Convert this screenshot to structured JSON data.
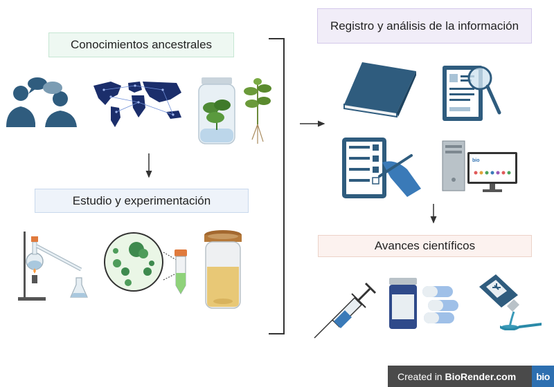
{
  "labels": {
    "conocimientos": "Conocimientos ancestrales",
    "estudio": "Estudio y experimentación",
    "registro": "Registro y análisis de la información",
    "avances": "Avances científicos"
  },
  "footer": {
    "prefix": "Created in ",
    "brand": "BioRender.com",
    "logo": "bio"
  },
  "icons": [
    "people-talking-icon",
    "world-network-map-icon",
    "plant-in-jar-icon",
    "seedling-icon",
    "distillation-apparatus-icon",
    "microscope-cells-icon",
    "test-tube-icon",
    "culture-jar-icon",
    "book-icon",
    "document-magnifier-icon",
    "checklist-hand-icon",
    "computer-icon",
    "syringe-icon",
    "pills-icon",
    "medicine-bottle-icon"
  ],
  "colors": {
    "conocimientos_box": "#eef8f2",
    "estudio_box": "#eef3fa",
    "registro_box": "#f1edf8",
    "avances_box": "#fcf2ef",
    "icon_blue": "#2f5c7e",
    "footer_bg": "#4a4a4a",
    "logo_bg": "#2d6fb0"
  }
}
